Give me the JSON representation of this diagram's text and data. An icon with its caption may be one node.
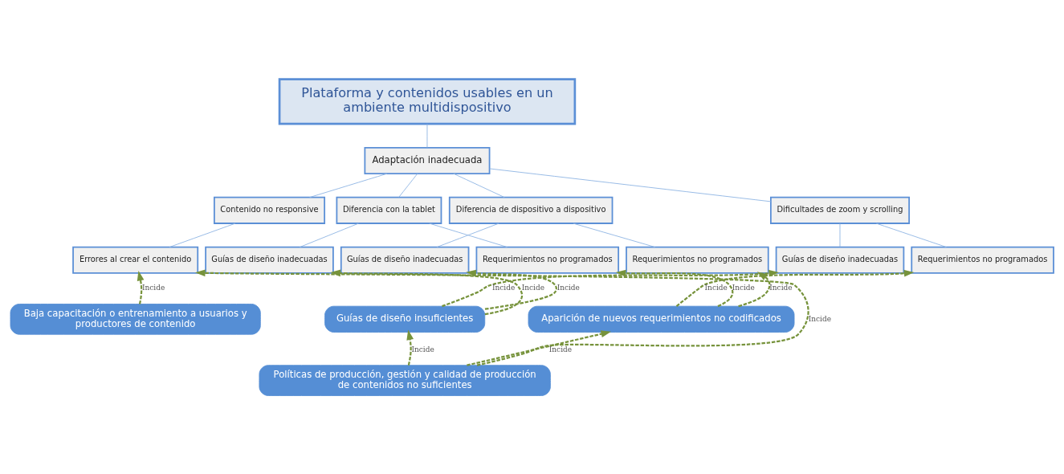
{
  "diagram": {
    "nodes": [
      {
        "text": [
          "Plataforma y contenidos usables en un ambiente multidispositivo"
        ]
      },
      {
        "text": [
          "Adaptación inadecuada"
        ]
      },
      {
        "text": [
          "Contenido no responsive"
        ]
      },
      {
        "text": [
          "Dificultades de zoom y scrolling"
        ]
      },
      {
        "text": [
          "Diferencia con la tablet"
        ]
      },
      {
        "text": [
          "Diferencia de dispositivo a dispositivo"
        ]
      },
      {
        "text": [
          "Errores al crear el contenido"
        ]
      },
      {
        "text": [
          "Guías de diseño inadecuadas"
        ]
      },
      {
        "text": [
          "Requerimientos no programados"
        ]
      },
      {
        "text": [
          "Guías de diseño inadecuadas"
        ]
      },
      {
        "text": [
          "Requerimientos no programados"
        ]
      },
      {
        "text": [
          "Guías de diseño inadecuadas"
        ]
      },
      {
        "text": [
          "Requerimientos no programados"
        ]
      },
      {
        "text": [
          "Baja capacitación o entrenamiento a usuarios y productores de contenido"
        ]
      },
      {
        "text": [
          "Guías de diseño insuficientes"
        ]
      },
      {
        "text": [
          "Aparición de nuevos requerimientos no codificados"
        ]
      },
      {
        "text": [
          "Políticas de producción, gestión y calidad de producción de contenidos no suficientes"
        ]
      }
    ],
    "edges": [
      {
        "from": 0,
        "to": 1,
        "arrow": "none"
      },
      {
        "from": 1,
        "to": 2,
        "arrow": "none"
      },
      {
        "from": 1,
        "to": 3,
        "arrow": "none"
      },
      {
        "from": 1,
        "to": 4,
        "arrow": "none"
      },
      {
        "from": 1,
        "to": 5,
        "arrow": "none"
      },
      {
        "from": 2,
        "to": 6,
        "arrow": "none"
      },
      {
        "from": 3,
        "to": 7,
        "arrow": "none"
      },
      {
        "from": 3,
        "to": 8,
        "arrow": "none"
      },
      {
        "from": 4,
        "to": 9,
        "arrow": "none"
      },
      {
        "from": 4,
        "to": 10,
        "arrow": "none"
      },
      {
        "from": 5,
        "to": 11,
        "arrow": "none"
      },
      {
        "from": 5,
        "to": 12,
        "arrow": "none"
      },
      {
        "from": 13,
        "to": 6,
        "arrow": "to",
        "label": "Incide",
        "style": "dashed",
        "color": "#77933c"
      },
      {
        "from": 16,
        "to": 6,
        "arrow": "to",
        "label": "Incide",
        "style": "dashed",
        "color": "#77933c"
      },
      {
        "from": 14,
        "to": 7,
        "arrow": "to",
        "label": "Incide",
        "style": "dashed",
        "color": "#77933c"
      },
      {
        "from": 14,
        "to": 9,
        "arrow": "to",
        "label": "Incide",
        "style": "dashed",
        "color": "#77933c"
      },
      {
        "from": 14,
        "to": 11,
        "arrow": "to",
        "label": "Incide",
        "style": "dashed",
        "color": "#77933c"
      },
      {
        "from": 15,
        "to": 8,
        "arrow": "to",
        "label": "Incide",
        "style": "dashed",
        "color": "#77933c"
      },
      {
        "from": 15,
        "to": 10,
        "arrow": "to",
        "label": "Incide",
        "style": "dashed",
        "color": "#77933c"
      },
      {
        "from": 15,
        "to": 12,
        "arrow": "to",
        "label": "Incide",
        "style": "dashed",
        "color": "#77933c"
      },
      {
        "from": 16,
        "to": 14,
        "arrow": "to",
        "label": "Incide",
        "style": "dashed",
        "color": "#77933c"
      },
      {
        "from": 16,
        "to": 15,
        "arrow": "to",
        "label": "Incide",
        "style": "dashed",
        "color": "#77933c"
      }
    ]
  }
}
